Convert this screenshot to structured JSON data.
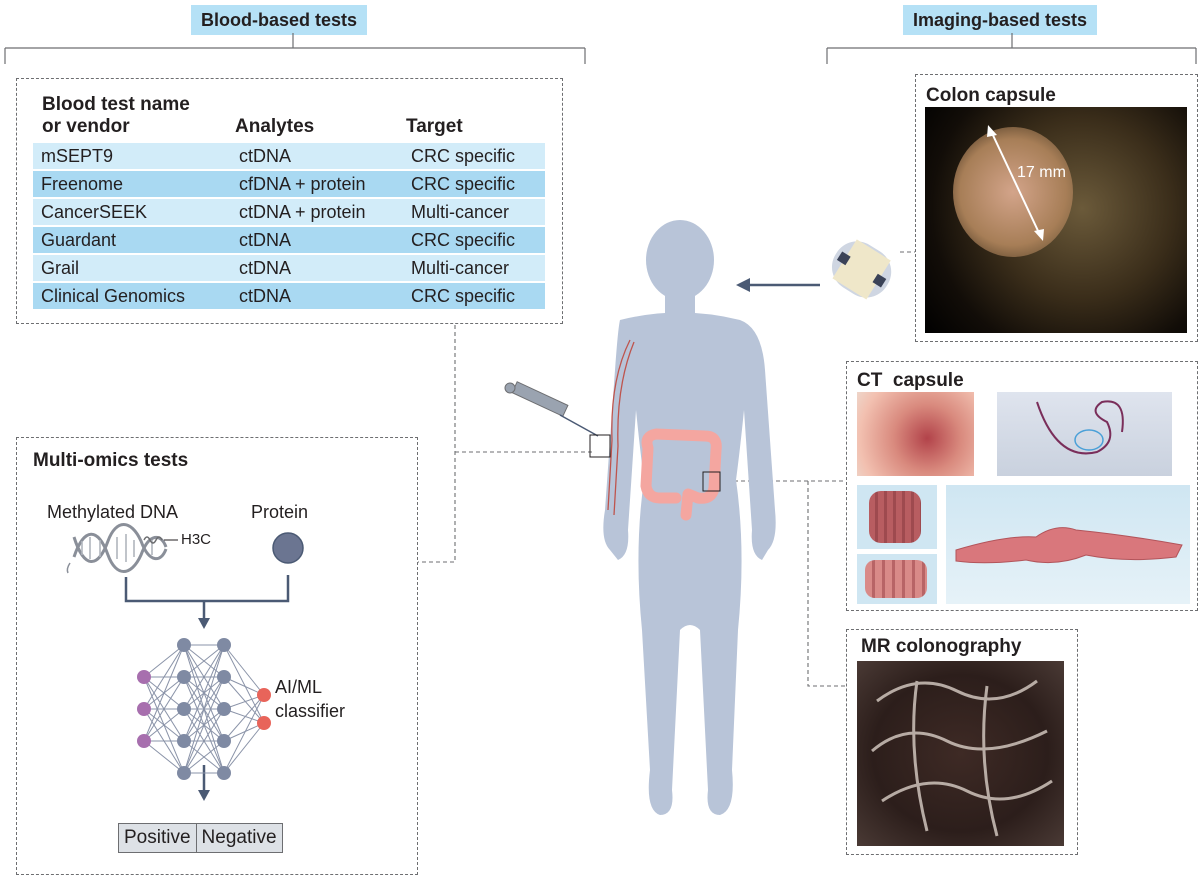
{
  "headers": {
    "blood": "Blood-based tests",
    "imaging": "Imaging-based tests"
  },
  "blood_table": {
    "col_name": [
      "Blood test name",
      "or vendor"
    ],
    "col_analytes": "Analytes",
    "col_target": "Target",
    "rows": [
      {
        "name": "mSEPT9",
        "analytes": "ctDNA",
        "target": "CRC specific"
      },
      {
        "name": "Freenome",
        "analytes": "cfDNA + protein",
        "target": "CRC specific"
      },
      {
        "name": "CancerSEEK",
        "analytes": "ctDNA + protein",
        "target": "Multi-cancer"
      },
      {
        "name": "Guardant",
        "analytes": "ctDNA",
        "target": "CRC specific"
      },
      {
        "name": "Grail",
        "analytes": "ctDNA",
        "target": "Multi-cancer"
      },
      {
        "name": "Clinical Genomics",
        "analytes": "ctDNA",
        "target": "CRC specific"
      }
    ]
  },
  "multiomics": {
    "title": "Multi-omics tests",
    "methylated_dna": "Methylated DNA",
    "h3c": "H3C",
    "protein": "Protein",
    "classifier": [
      "AI/ML",
      "classifier"
    ],
    "positive": "Positive",
    "negative": "Negative"
  },
  "imaging": {
    "colon_capsule": "Colon capsule",
    "measurement": "17 mm",
    "ct_capsule": "CT  capsule",
    "mr_colonography": "MR colonography"
  },
  "colors": {
    "header_bg": "#b5e1f6",
    "row_light": "#d2ecf9",
    "row_dark": "#a9d9f2",
    "body": "#b8c4d8",
    "colon": "#f4a6a0",
    "node_grey": "#7f8aa3",
    "node_purple": "#a76fae",
    "node_red": "#e8645a"
  }
}
